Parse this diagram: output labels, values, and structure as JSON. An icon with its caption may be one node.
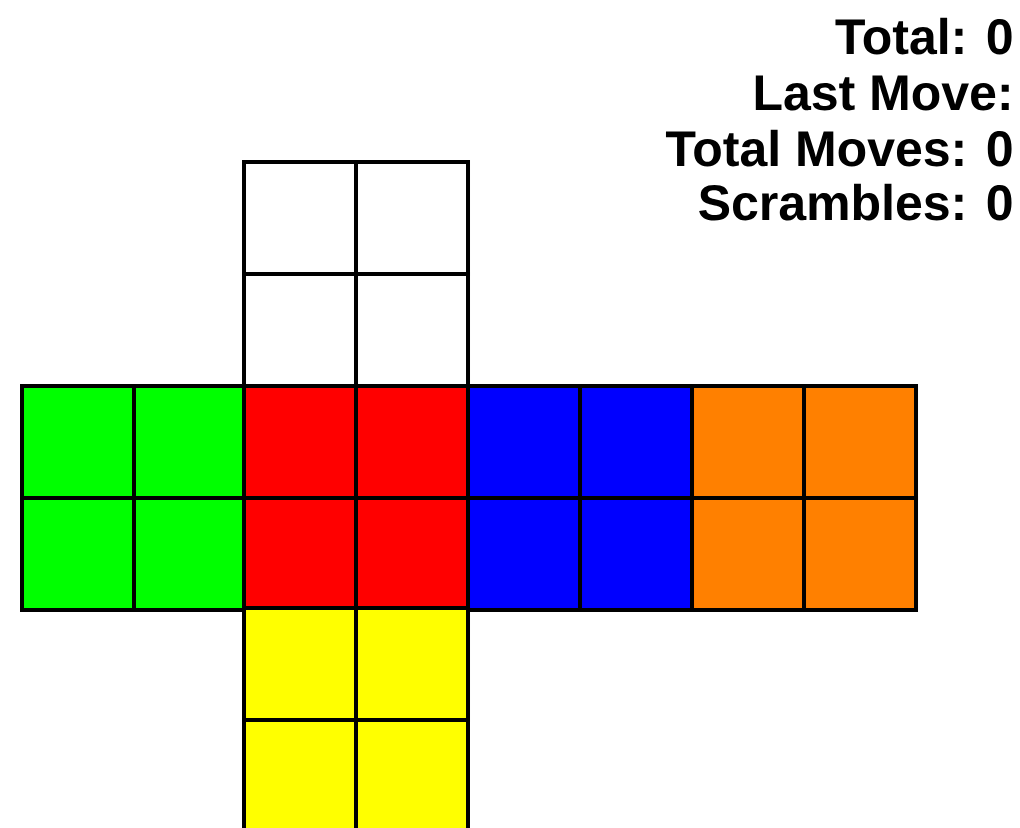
{
  "diagram": {
    "labels": [
      "Total: 0",
      "Last Move:",
      "Total Moves: 0",
      "Scrambles: 0"
    ]
  }
}
